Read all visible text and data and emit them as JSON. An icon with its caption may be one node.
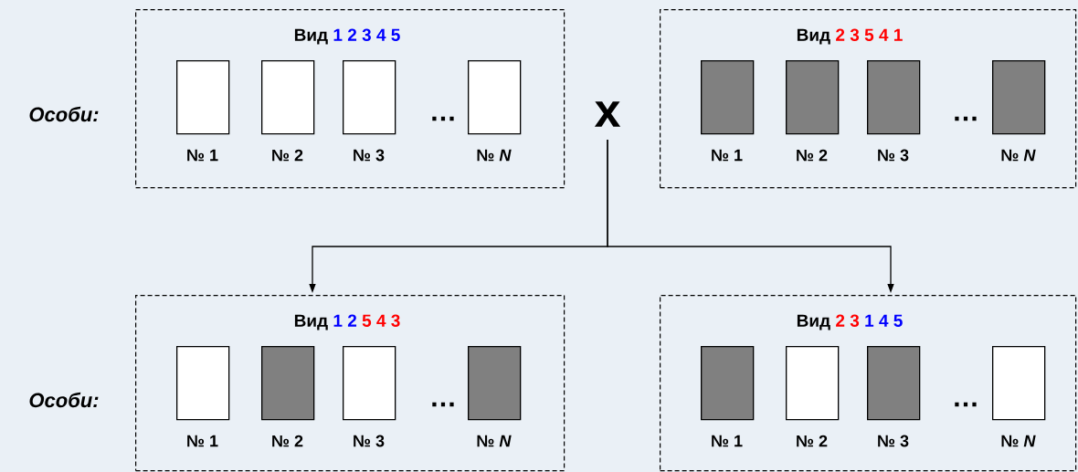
{
  "diagram": {
    "nodes": [
      {
        "text": [
          "Вид",
          "1",
          "2",
          "3",
          "4",
          "5"
        ]
      },
      {
        "text": [],
        "shape": "box",
        "beside": [
          "№ 1"
        ],
        "in": 0
      },
      {
        "text": [],
        "shape": "box",
        "beside": [
          "№ 2"
        ],
        "in": 0
      },
      {
        "text": [],
        "shape": "box",
        "beside": [
          "№ 3"
        ],
        "in": 0
      },
      {
        "text": [],
        "shape": "box",
        "beside": [
          "№ *N*"
        ],
        "in": 0
      },
      {
        "text": [
          "x"
        ]
      },
      {
        "text": [
          "Вид",
          "2",
          "3",
          "5",
          "4",
          "1"
        ]
      },
      {
        "text": [],
        "shape": "box",
        "beside": [
          "№ 1"
        ],
        "in": 6
      },
      {
        "text": [],
        "shape": "box",
        "beside": [
          "№ 2"
        ],
        "in": 6
      },
      {
        "text": [],
        "shape": "box",
        "beside": [
          "№ 3"
        ],
        "in": 6
      },
      {
        "text": [],
        "shape": "box",
        "beside": [
          "№ *N*"
        ],
        "in": 6
      },
      {
        "text": [
          "Вид",
          "1",
          "2",
          "5",
          "4",
          "3"
        ]
      },
      {
        "text": [],
        "shape": "box",
        "beside": [
          "№ 1"
        ],
        "in": 11
      },
      {
        "text": [],
        "shape": "box",
        "beside": [
          "№ 2"
        ],
        "in": 11
      },
      {
        "text": [],
        "shape": "box",
        "beside": [
          "№ 3"
        ],
        "in": 11
      },
      {
        "text": [],
        "shape": "box",
        "beside": [
          "№ *N*"
        ],
        "in": 11
      },
      {
        "text": [
          "Вид",
          "2",
          "3",
          "1",
          "4",
          "5"
        ]
      },
      {
        "text": [],
        "shape": "box",
        "beside": [
          "№ 1"
        ],
        "in": 16
      },
      {
        "text": [],
        "shape": "box",
        "beside": [
          "№ 2"
        ],
        "in": 16
      },
      {
        "text": [],
        "shape": "box",
        "beside": [
          "№ 3"
        ],
        "in": 16
      },
      {
        "text": [],
        "shape": "box",
        "beside": [
          "№ *N*"
        ],
        "in": 16
      }
    ],
    "edges": [
      {
        "from": 5,
        "to": 11,
        "arrow": "to"
      },
      {
        "from": 5,
        "to": 16,
        "arrow": "to"
      }
    ],
    "labels": [
      "Особи:",
      "…",
      "…",
      "Особи:",
      "…",
      "…"
    ]
  }
}
